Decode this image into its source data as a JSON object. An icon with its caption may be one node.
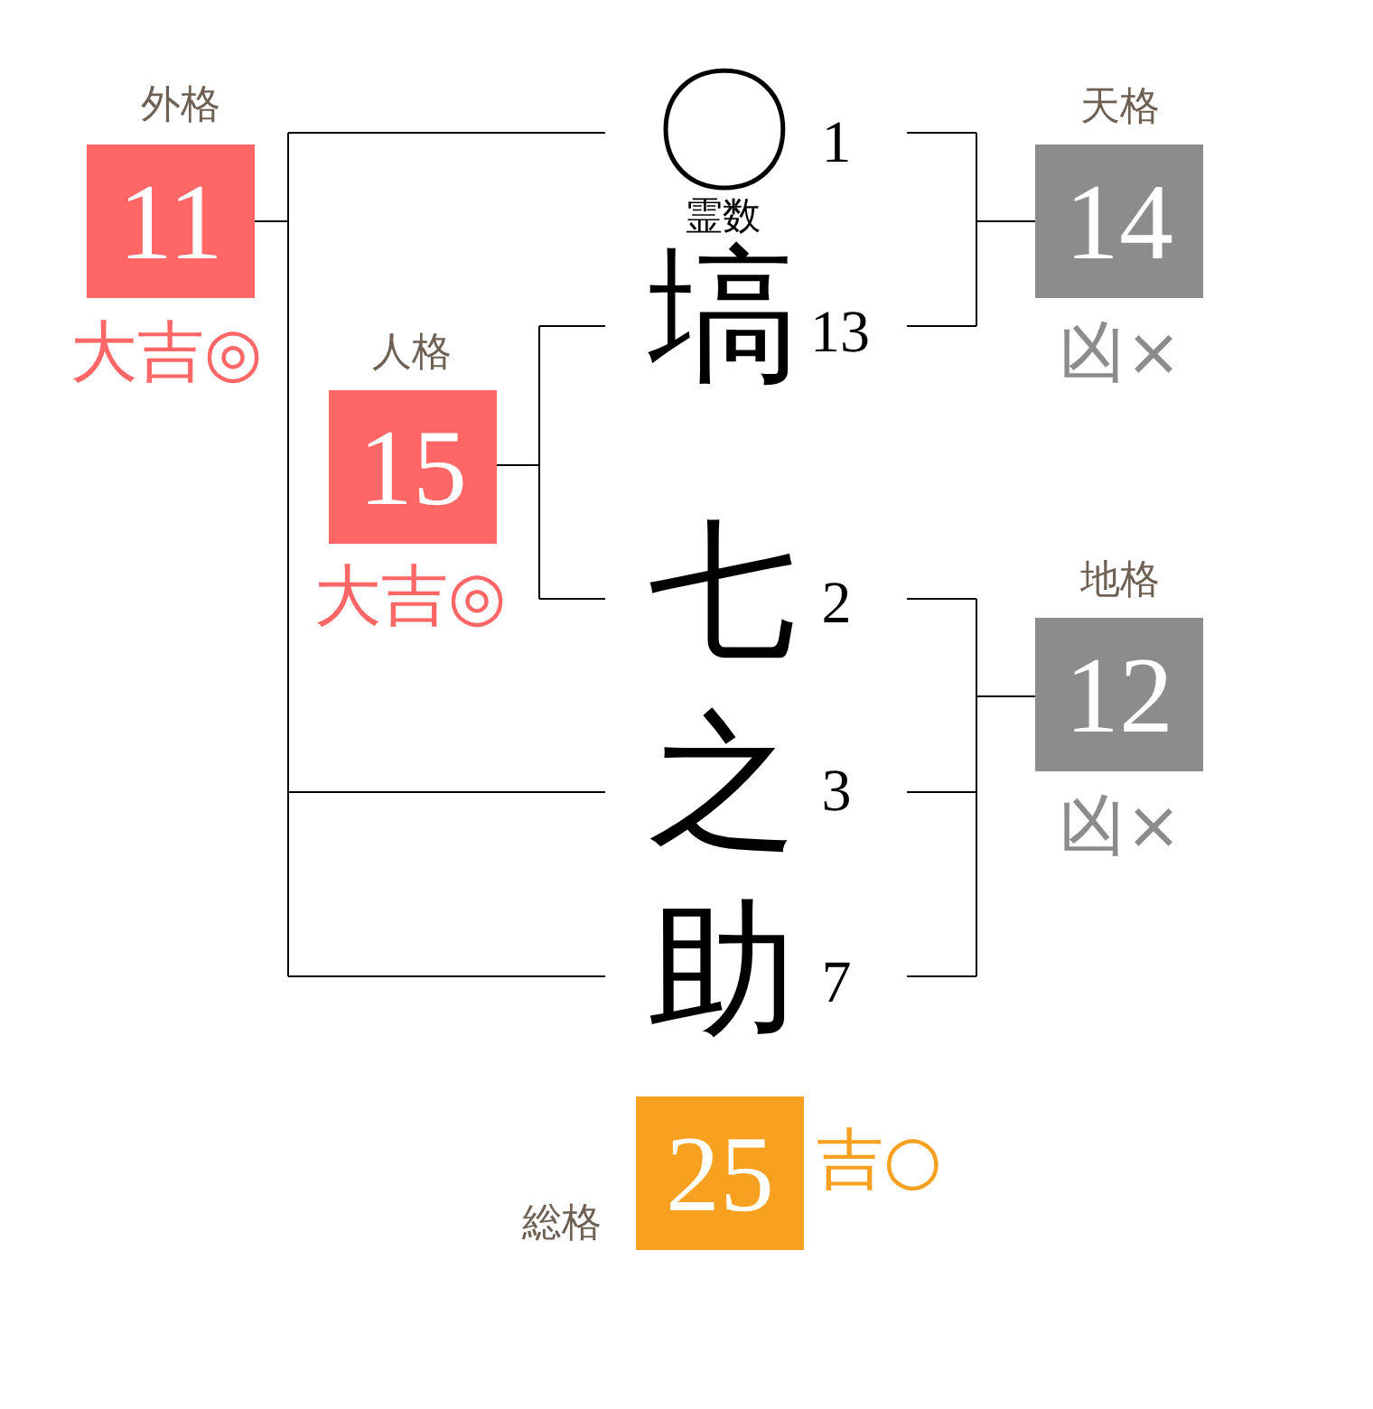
{
  "diagram": {
    "nodes": [
      {
        "text": [
          "外格",
          "11"
        ],
        "beside": [
          "大吉◎"
        ]
      },
      {
        "text": [
          "〇"
        ],
        "beside": [
          "1",
          "霊数"
        ]
      },
      {
        "text": [
          "天格",
          "14"
        ],
        "beside": [
          "凶×"
        ]
      },
      {
        "text": [
          "塙"
        ],
        "beside": [
          "13"
        ]
      },
      {
        "text": [
          "人格",
          "15"
        ],
        "beside": [
          "大吉◎"
        ]
      },
      {
        "text": [
          "七"
        ],
        "beside": [
          "2"
        ]
      },
      {
        "text": [
          "地格",
          "12"
        ],
        "beside": [
          "凶×"
        ]
      },
      {
        "text": [
          "之"
        ],
        "beside": [
          "3"
        ]
      },
      {
        "text": [
          "助"
        ],
        "beside": [
          "7"
        ]
      },
      {
        "text": [
          "総格",
          "25"
        ],
        "beside": [
          "吉○"
        ]
      }
    ],
    "edges": [
      {
        "from": 1,
        "to": 0,
        "arrow": "none"
      },
      {
        "from": 7,
        "to": 0,
        "arrow": "none"
      },
      {
        "from": 8,
        "to": 0,
        "arrow": "none"
      },
      {
        "from": 1,
        "to": 2,
        "arrow": "none"
      },
      {
        "from": 3,
        "to": 2,
        "arrow": "none"
      },
      {
        "from": 3,
        "to": 4,
        "arrow": "none"
      },
      {
        "from": 5,
        "to": 4,
        "arrow": "none"
      },
      {
        "from": 5,
        "to": 6,
        "arrow": "none"
      },
      {
        "from": 7,
        "to": 6,
        "arrow": "none"
      },
      {
        "from": 8,
        "to": 6,
        "arrow": "none"
      }
    ]
  }
}
